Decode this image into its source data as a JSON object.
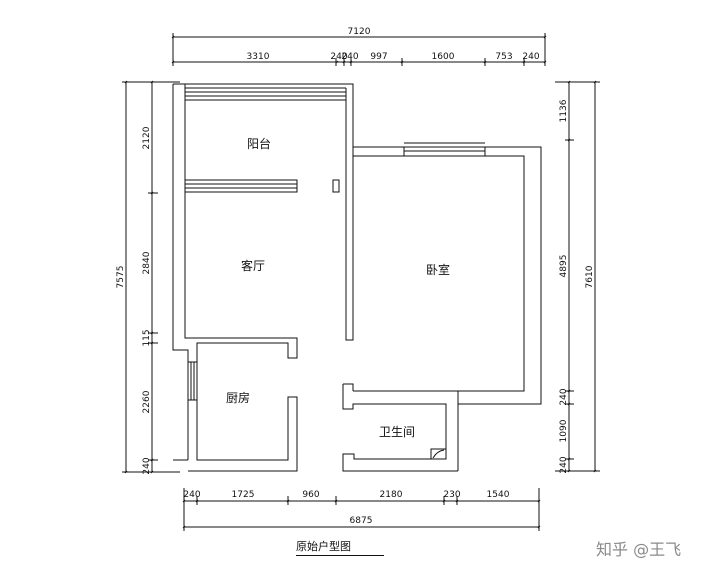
{
  "dims": {
    "top_total": "7120",
    "top_segments": [
      "3310",
      "240",
      "240",
      "997",
      "1600",
      "753",
      "240"
    ],
    "bottom_segments": [
      "240",
      "1725",
      "960",
      "2180",
      "230",
      "1540"
    ],
    "bottom_total": "6875",
    "left_total": "7575",
    "left_segments": [
      "2120",
      "2840",
      "115",
      "2260",
      "240"
    ],
    "right_total": "7610",
    "right_segments": [
      "1136",
      "4895",
      "240",
      "1090",
      "240"
    ]
  },
  "rooms": {
    "balcony": "阳台",
    "living": "客厅",
    "bedroom": "卧室",
    "kitchen": "厨房",
    "bathroom": "卫生间"
  },
  "caption": "原始户型图",
  "watermark": "知乎 @王飞",
  "colors": {
    "line": "#111111",
    "watermark": "#8a8a8a"
  }
}
